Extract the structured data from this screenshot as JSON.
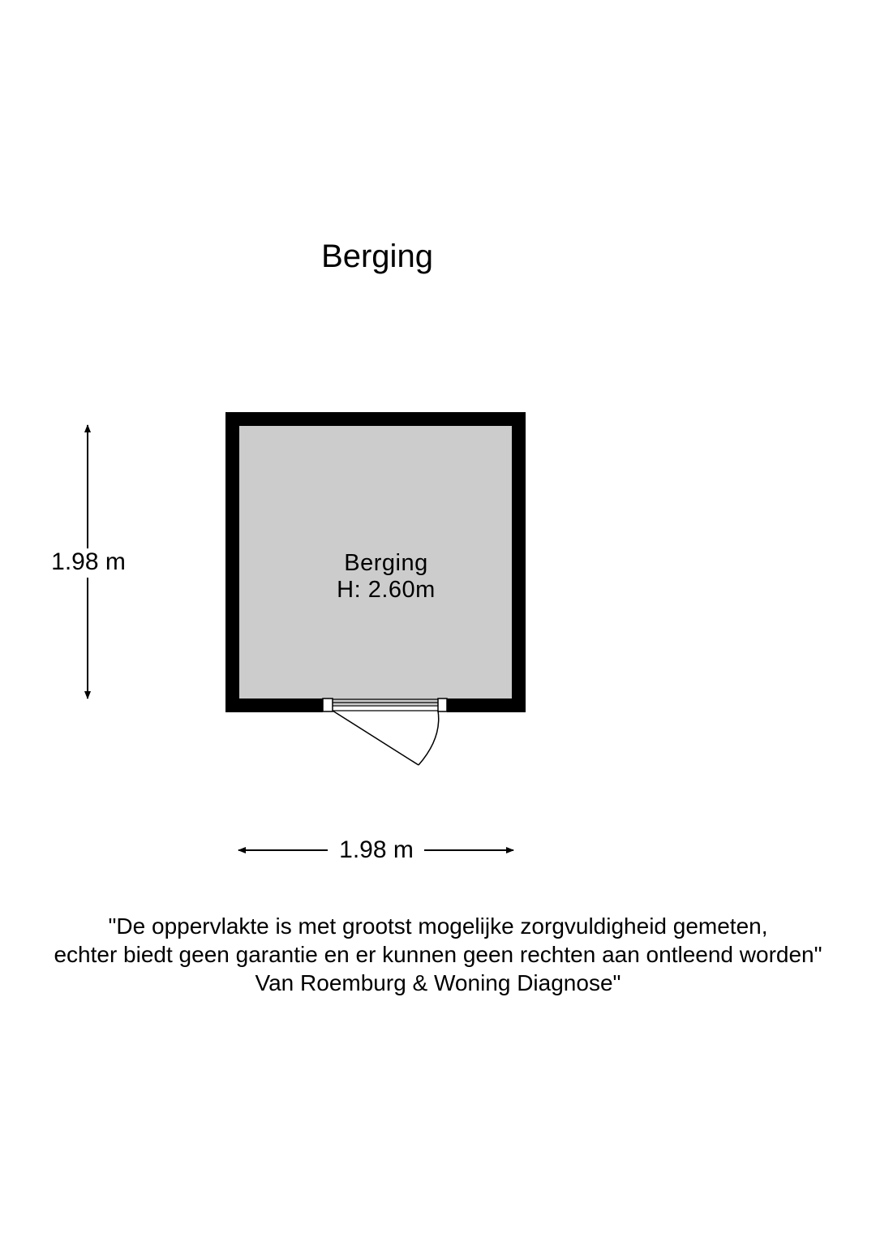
{
  "title": "Berging",
  "room": {
    "name": "Berging",
    "height_label": "H: 2.60m",
    "fill_color": "#cccccc",
    "wall_color": "#000000"
  },
  "dimensions": {
    "vertical": "1.98 m",
    "horizontal": "1.98 m"
  },
  "disclaimer": {
    "line1": "\"De oppervlakte is met grootst mogelijke zorgvuldigheid gemeten,",
    "line2": "echter biedt geen garantie en er kunnen geen rechten aan ontleend worden\"",
    "line3": "Van Roemburg & Woning Diagnose\""
  }
}
